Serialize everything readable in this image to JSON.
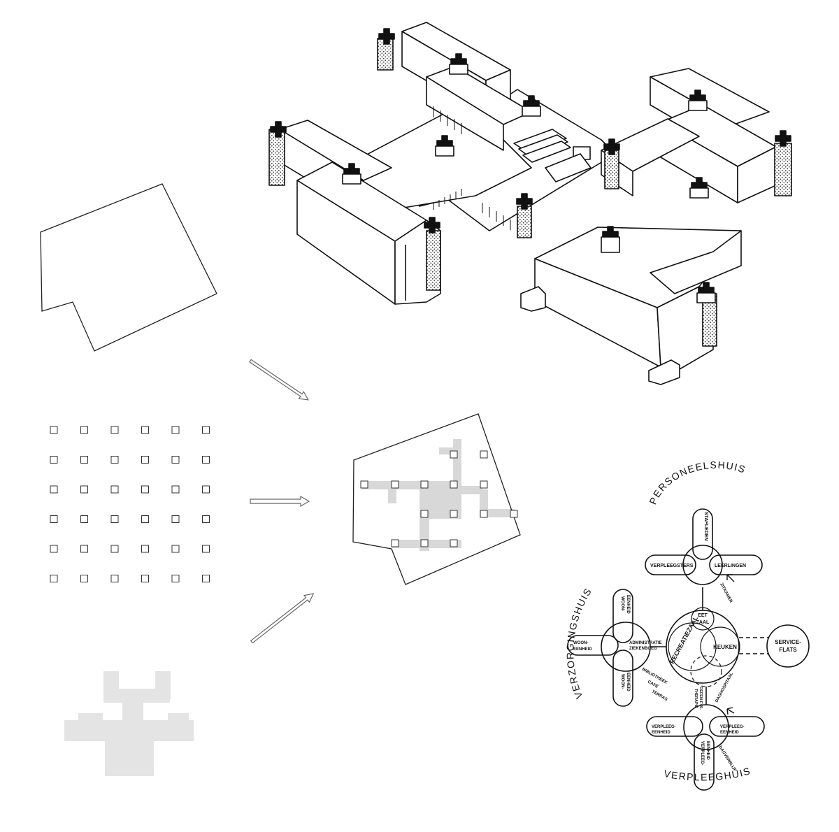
{
  "functional_diagram": {
    "houses": {
      "personeelshuis": "PERSONEELSHUIS",
      "verzorgingshuis": "VERZORGINGSHUIS",
      "verpleeghuis": "VERPLEEGHUIS"
    },
    "hub": {
      "recreatiezaal": "RECREATIEZAAL",
      "keuken": "KEUKEN",
      "eetzaal_1": "EET",
      "eetzaal_2": "ZAAL"
    },
    "top_arms": {
      "stafleden": "STAFLEDEN",
      "verpleegsters": "VERPLEEGSTERS",
      "leerlingen": "LEERLINGEN",
      "zitkamer": "ZITKAMER"
    },
    "left_arms": {
      "woon_top_1": "WOON-",
      "woon_top_2": "EENHEID",
      "woon_left_1": "WOON-",
      "woon_left_2": "EENHEID",
      "woon_bottom_1": "WOON-",
      "woon_bottom_2": "EENHEID",
      "admin_1": "ADMINISTRATIE",
      "admin_2": "ZIEKENBOEG",
      "bibliotheek": "BIBLIOTHEEK",
      "cafe": "CAFÉ",
      "terras": "TERRAS"
    },
    "bottom_arms": {
      "verpleeg_left_1": "VERPLEEG-",
      "verpleeg_left_2": "EENHEID",
      "verpleeg_right_1": "VERPLEEG-",
      "verpleeg_right_2": "EENHEID",
      "verpleeg_bottom_1": "VERPLEEG-",
      "verpleeg_bottom_2": "EENHEID",
      "therapie_1": "OEFEN-FYS-",
      "therapie_2": "THERAPIE",
      "dagziekenhuis": "DAGHOSPITAAL",
      "dagverblijf": "DAGVERBLIJF"
    },
    "serviceflats": {
      "line1": "SERVICE-",
      "line2": "FLATS"
    }
  },
  "grid_diagram": {
    "rows": 6,
    "cols": 6
  },
  "colors": {
    "ink": "#111111",
    "arrow": "#666666",
    "light_grey": "#d6d6d6",
    "stipple": "#555555",
    "paper": "#ffffff"
  }
}
